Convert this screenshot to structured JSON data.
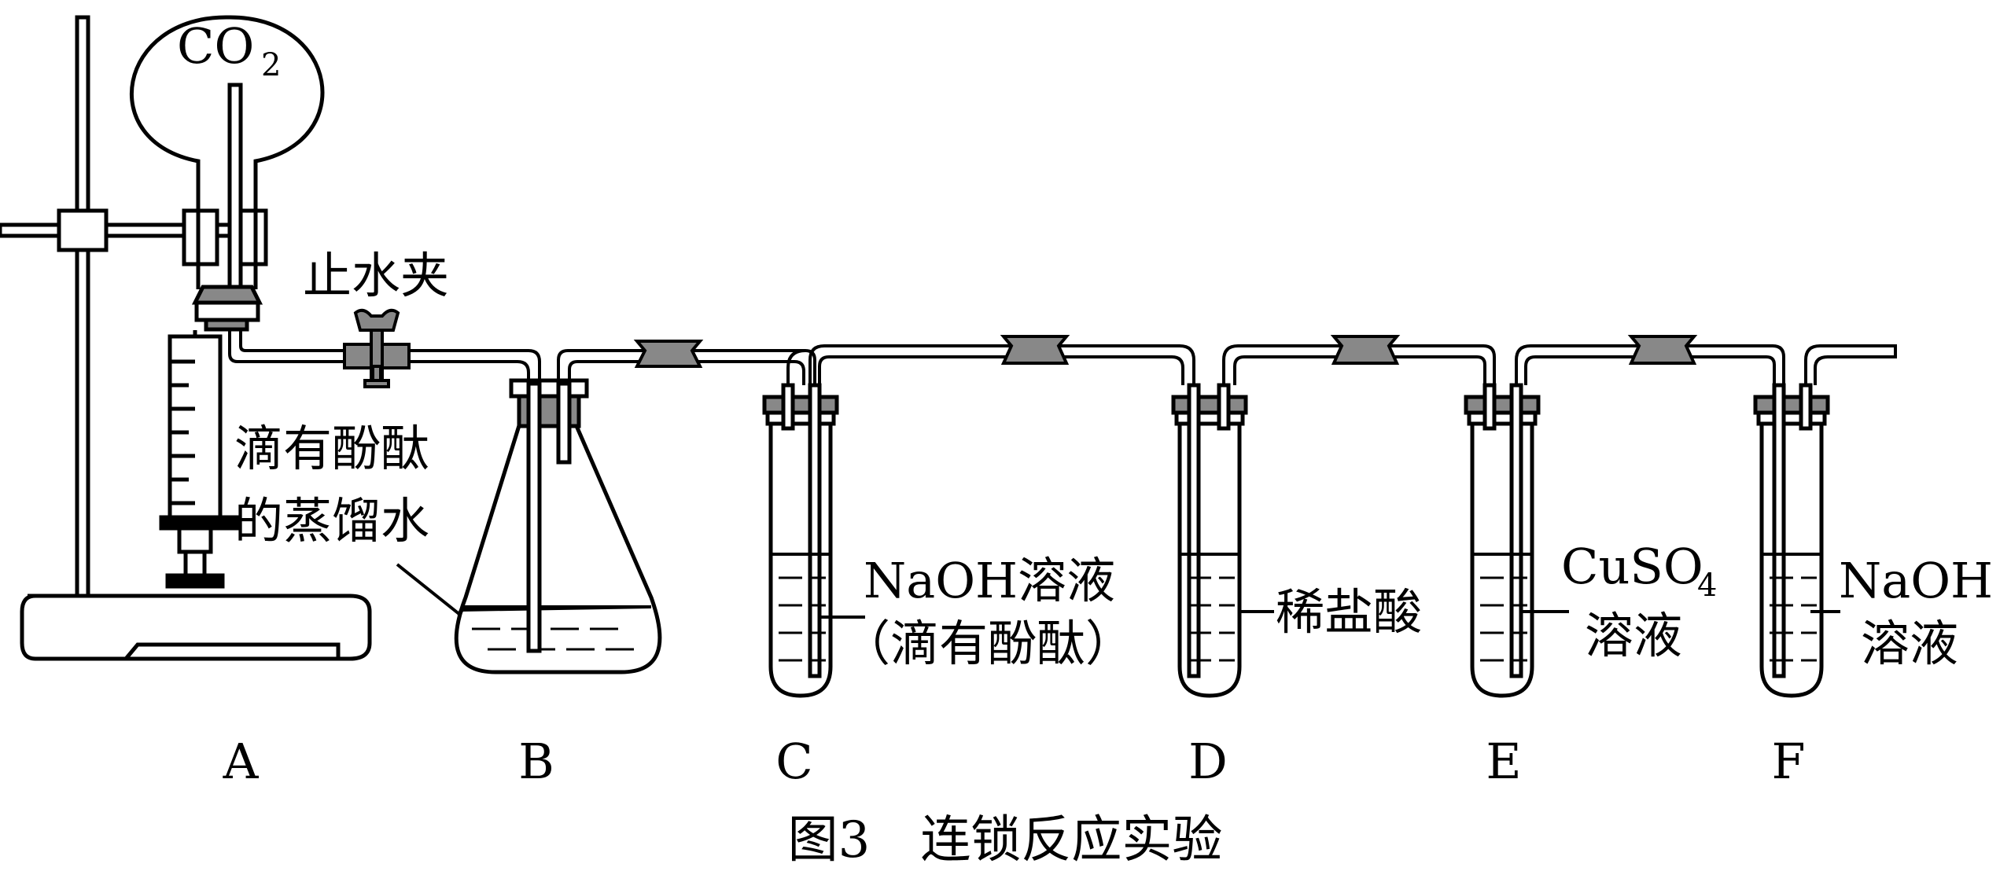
{
  "flask_label": {
    "main": "CO",
    "sub": "2"
  },
  "clamp_label": "止水夹",
  "syringe_label": {
    "line1": "滴有酚酞",
    "line2": "的蒸馏水"
  },
  "tube_c_label": {
    "line1": "NaOH溶液",
    "line2": "（滴有酚酞）"
  },
  "tube_d_label": "稀盐酸",
  "tube_e_label": {
    "main": "CuSO",
    "sub": "4",
    "line2": "溶液"
  },
  "tube_f_label": {
    "line1": "NaOH",
    "line2": "溶液"
  },
  "apparatus_letters": [
    "A",
    "B",
    "C",
    "D",
    "E",
    "F"
  ],
  "caption": "图3　连锁反应实验"
}
